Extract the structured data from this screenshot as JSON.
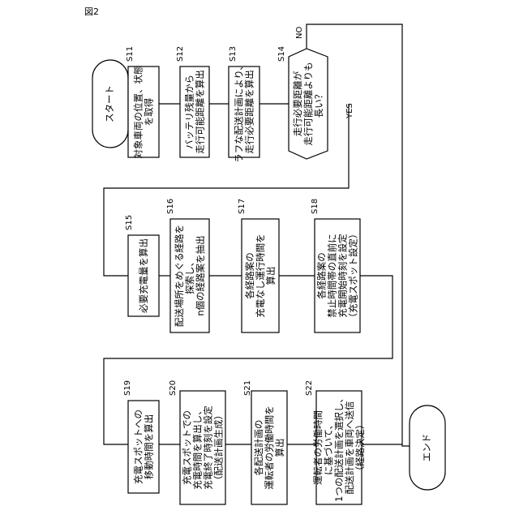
{
  "figure_label": "図2",
  "start": "スタート",
  "end": "エンド",
  "steps": [
    {
      "id": "S11",
      "lines": [
        "対象車両の位置、状態",
        "を取得"
      ]
    },
    {
      "id": "S12",
      "lines": [
        "バッテリ残量から",
        "走行可能距離を算出"
      ]
    },
    {
      "id": "S13",
      "lines": [
        "ラフな配送計画により、",
        "走行必要距離を算出"
      ]
    },
    {
      "id": "S14",
      "lines": [
        "走行必要距離が",
        "走行可能距離よりも",
        "長い？"
      ]
    },
    {
      "id": "S15",
      "lines": [
        "必要充電量を算出"
      ]
    },
    {
      "id": "S16",
      "lines": [
        "配送場所をめぐる経路を",
        "探索し、",
        "n個の経路案を抽出"
      ]
    },
    {
      "id": "S17",
      "lines": [
        "各経路案の",
        "充電なし運行時間を",
        "算出"
      ]
    },
    {
      "id": "S18",
      "lines": [
        "各経路案の",
        "禁止時間帯の直前に",
        "充電開始時刻を設定",
        "（充電スポット設定）"
      ]
    },
    {
      "id": "S19",
      "lines": [
        "充電スポットへの",
        "移動時間を算出"
      ]
    },
    {
      "id": "S20",
      "lines": [
        "充電スポットでの",
        "充電時間を算出し、",
        "充電終了時刻を設定",
        "（配送計画生成）"
      ]
    },
    {
      "id": "S21",
      "lines": [
        "各配送計画の",
        "運転者の労働時間を",
        "算出"
      ]
    },
    {
      "id": "S22",
      "lines": [
        "運転者の労働時間",
        "に基づいて、",
        "1つの配送計画を選択し、",
        "配送計画を車両へ送信",
        "（経路決定）"
      ]
    }
  ],
  "branch": {
    "yes": "YES",
    "no": "NO"
  }
}
